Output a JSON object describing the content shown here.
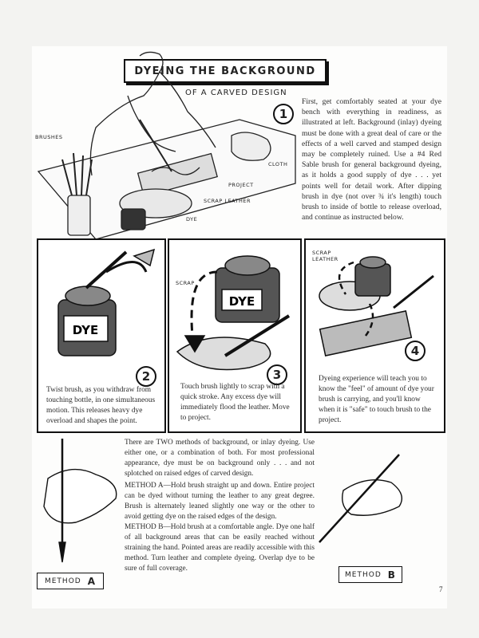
{
  "header": {
    "title": "DYEING THE BACKGROUND",
    "subtitle": "OF A CARVED DESIGN"
  },
  "step1": {
    "number": "1",
    "text": "First, get comfortably seated at your dye bench with everything in readiness, as illustrated at left. Background (inlay) dyeing must be done with a great deal of care or the effects of a well carved and stamped design may be completely ruined. Use a #4 Red Sable brush for general background dyeing, as it holds a good supply of dye . . . yet points well for detail work. After dipping brush in dye (not over ¾ it's length) touch brush to inside of bottle to release overload, and continue as instructed below.",
    "labels": {
      "brushes": "BRUSHES",
      "cloth": "CLOTH",
      "project": "PROJECT",
      "scrap_leather": "SCRAP LEATHER",
      "dye": "DYE"
    }
  },
  "panels": [
    {
      "number": "2",
      "bottle_label": "DYE",
      "caption": "Twist brush, as you withdraw from touching bottle, in one simultaneous motion. This releases heavy dye overload and shapes the point."
    },
    {
      "number": "3",
      "bottle_label": "DYE",
      "scrap_label": "SCRAP",
      "caption": "Touch brush lightly to scrap with a quick stroke. Any excess dye will immediately flood the leather. Move to project."
    },
    {
      "number": "4",
      "scrap_label": "SCRAP LEATHER",
      "caption": "Dyeing experience will teach you to know the \"feel\" of amount of dye your brush is carrying, and you'll know when it is \"safe\" to touch brush to the project."
    }
  ],
  "methods": {
    "intro": "There are TWO methods of background, or inlay dyeing. Use either one, or a combination of both. For most professional appearance, dye must be on background only . . . and not splotched on raised edges of carved design.",
    "method_a_text": "METHOD A—Hold brush straight up and down. Entire project can be dyed without turning the leather to any great degree. Brush is alternately leaned slightly one way or the other to avoid getting dye on the raised edges of the design.",
    "method_b_text": "METHOD B—Hold brush at a comfortable angle. Dye one half of all background areas that can be easily reached without straining the hand. Pointed areas are readily accessible with this method. Turn leather and complete dyeing. Overlap dye to be sure of full coverage.",
    "method_label": "METHOD",
    "a": "A",
    "b": "B"
  },
  "page_number": "7"
}
